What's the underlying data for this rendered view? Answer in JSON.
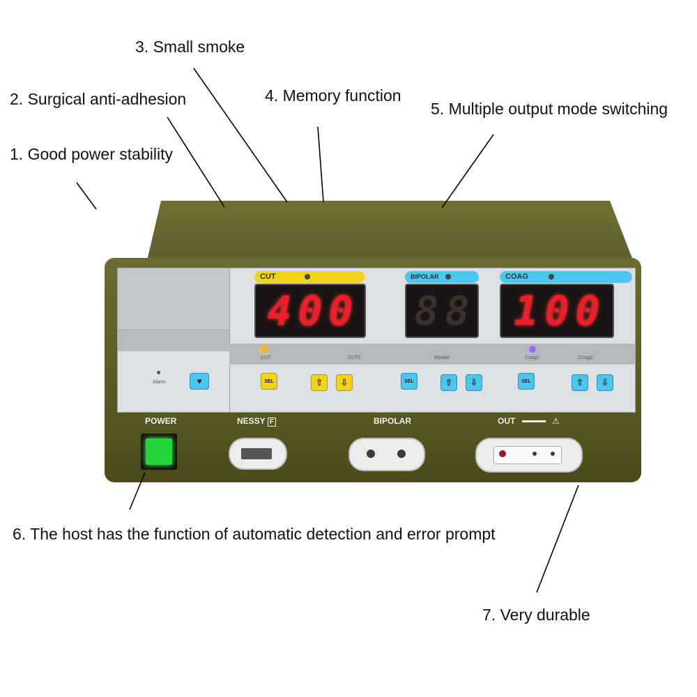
{
  "annotations": [
    "1. Good power stability",
    "2. Surgical anti-adhesion",
    "3. Small smoke",
    "4. Memory function",
    "5. Multiple output mode switching",
    "6. The host has the function of automatic detection and error prompt",
    "7. Very durable"
  ],
  "device": {
    "panel": {
      "cut": {
        "label": "CUT",
        "digits": [
          "4",
          "0",
          "0"
        ],
        "ind1": "CUT",
        "ind2": "CUT2"
      },
      "bipolar": {
        "label": "BIPOLAR",
        "digits": [
          "8",
          "8"
        ],
        "ind": "Bipolar"
      },
      "coag": {
        "label": "COAG",
        "digits": [
          "1",
          "0",
          "0"
        ],
        "ind1": "Coag1",
        "ind2": "Coag2"
      },
      "alarm_label": "Alarm",
      "sel_label": "SEL"
    },
    "front": {
      "power_label": "POWER",
      "nessy_label": "NESSY",
      "nessy_badge": "F",
      "bipolar_label": "BIPOLAR",
      "out_label": "OUT"
    }
  },
  "colors": {
    "body": "#5d5d2b",
    "cut_header": "#f3d21b",
    "blue_header": "#4cc6ee",
    "segment_red": "#e8202a",
    "power_green": "#25d53a"
  },
  "icons": [
    "up-arrow-icon",
    "down-arrow-icon",
    "hand-select-icon",
    "warning-triangle-icon",
    "heart-icon"
  ]
}
